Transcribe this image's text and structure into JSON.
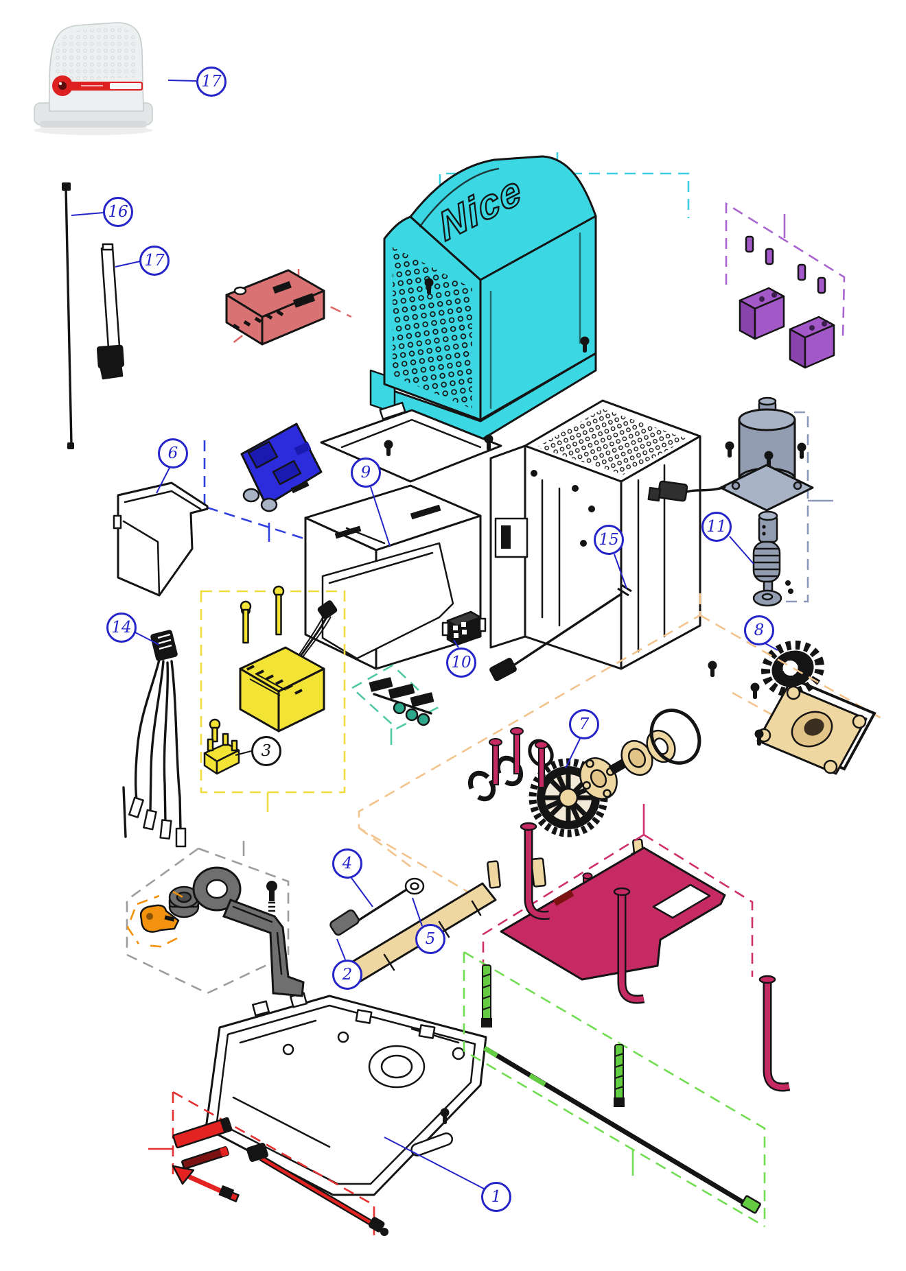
{
  "diagram": {
    "brand_logo": "Nice",
    "type": "exploded-parts-diagram"
  },
  "callouts": {
    "c1": "1",
    "c2": "2",
    "c3": "3",
    "c4": "4",
    "c5": "5",
    "c6": "6",
    "c7": "7",
    "c8": "8",
    "c9": "9",
    "c10": "10",
    "c11": "11",
    "c14": "14",
    "c15": "15",
    "c16": "16",
    "c17a": "17",
    "c17b": "17"
  },
  "colors": {
    "callout": "#2424c8",
    "outline": "#141414",
    "cyan": "#3bd7e2",
    "cyanbox": "#3ccfe0",
    "purple": "#a358c8",
    "purpledark": "#8a43ad",
    "purplebox": "#a964cf",
    "salmon": "#d97272",
    "redboxchev": "#e06a6a",
    "pcb": "#2c2cdc",
    "pcbdark": "#1a1ab0",
    "bluebox": "#2f3fe0",
    "yellow": "#f3e335",
    "yellowbox": "#f0dd3d",
    "graymotor": "#939db1",
    "graymotorlight": "#a9b3c6",
    "slatebox": "#8b98ba",
    "tan": "#efd7a2",
    "tandark": "#e2c488",
    "crimson": "#c62a62",
    "crimsonbox": "#cf2f6b",
    "red": "#e32222",
    "reddark": "#7d1212",
    "redbox": "#e43030",
    "green": "#63cc43",
    "greenbox": "#72dd52",
    "orange": "#f2920f",
    "orangebox": "#f2c38c",
    "graylever": "#6f6f6f",
    "graybox": "#9c9c9c",
    "teal": "#2fa78c",
    "tealbox": "#52c9a6",
    "photo": "#edf0f0",
    "photoline": "#c6cccc",
    "photored": "#dd2020"
  }
}
